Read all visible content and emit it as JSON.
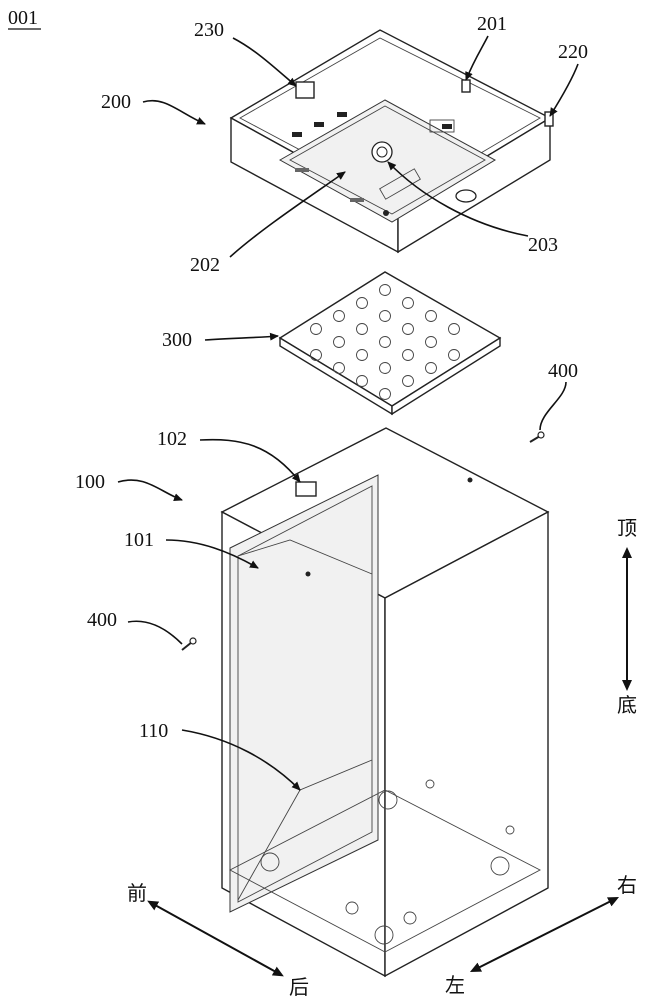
{
  "figure_label": "001",
  "labels": {
    "l200": "200",
    "l230": "230",
    "l201": "201",
    "l220": "220",
    "l202": "202",
    "l203": "203",
    "l300": "300",
    "l400_top": "400",
    "l102": "102",
    "l100": "100",
    "l101": "101",
    "l400_left": "400",
    "l110": "110"
  },
  "directions": {
    "top": "顶",
    "bottom": "底",
    "front": "前",
    "back": "后",
    "right": "右",
    "left": "左"
  }
}
